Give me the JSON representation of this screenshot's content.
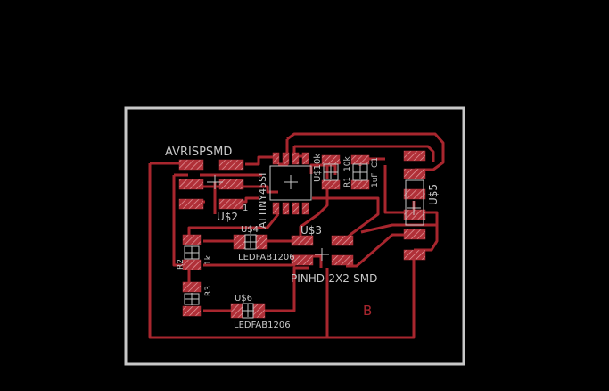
{
  "board": {
    "outline_color": "#c8c8c8",
    "trace_color": "#a8262e",
    "pad_color": "#b03038",
    "pad_hatch_color": "#e6a0a4",
    "background": "#000000"
  },
  "components": {
    "avrispsmd": "AVRISPSMD",
    "ic_name": "ATTINY45SI",
    "ic_ref": "U$2",
    "ic_pin_marker": "1",
    "u4": "U$4",
    "led_pkg_1": "LEDFAB1206",
    "u6": "U$6",
    "led_pkg_2": "LEDFAB1206",
    "u3": "U$3",
    "pinhd": "PINHD-2X2-SMD",
    "u5": "U$5",
    "r1": "R1",
    "r1_val": "10k",
    "c1": "C1",
    "c1_val": "1uF",
    "r2": "R2",
    "r2_val": "1k",
    "r3": "R3",
    "u10k": "U$10k",
    "b_label": "B"
  },
  "icons": {
    "origin_cross": "plus-icon"
  }
}
